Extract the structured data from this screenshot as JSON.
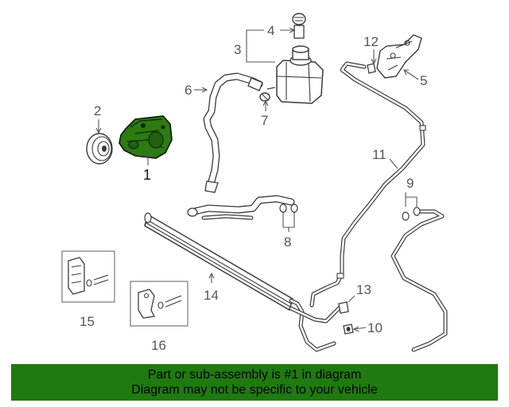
{
  "callouts": [
    "1",
    "2",
    "3",
    "4",
    "5",
    "6",
    "7",
    "8",
    "9",
    "10",
    "11",
    "12",
    "13",
    "14",
    "15",
    "16"
  ],
  "highlighted_part": "1",
  "colors": {
    "banner": "#1f7a0f",
    "highlight": "#2d7a12",
    "line": "#3a3a3a"
  },
  "banner": {
    "line1": "Part or sub-assembly is #1 in diagram",
    "line2": "Diagram may not be specific to your vehicle"
  }
}
